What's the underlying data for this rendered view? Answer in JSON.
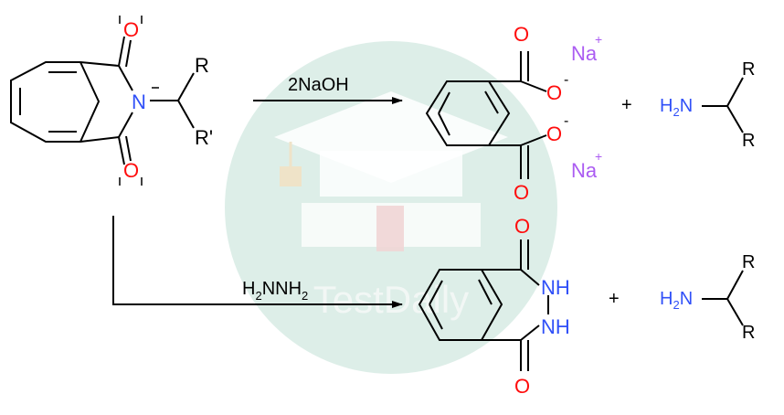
{
  "colors": {
    "bond": "#000000",
    "oxygen": "#ff0d0d",
    "nitrogen": "#3050f8",
    "sodium": "#ab5cf2",
    "watermark": "#d8ebe4"
  },
  "watermark": {
    "text": "TestDaily"
  },
  "reactant": {
    "o_top": "O",
    "o_bottom": "O",
    "n": "N",
    "r": "R",
    "r_prime": "R'"
  },
  "reagents": {
    "naoh": "2NaOH",
    "hydrazine_h": "H",
    "hydrazine_sub1": "2",
    "hydrazine_nnh": "NNH",
    "hydrazine_sub2": "2"
  },
  "product_top": {
    "o1": "O",
    "o1_minus": "O",
    "charge1": "-",
    "na1": "Na",
    "na1_charge": "+",
    "o2": "O",
    "o2_minus": "O",
    "charge2": "-",
    "na2": "Na",
    "na2_charge": "+",
    "plus": "+",
    "amine_h": "H",
    "amine_sub": "2",
    "amine_n": "N",
    "amine_r1": "R",
    "amine_r2": "R"
  },
  "product_bottom": {
    "o1": "O",
    "o2": "O",
    "nh1": "NH",
    "nh2": "NH",
    "plus": "+",
    "amine_h": "H",
    "amine_sub": "2",
    "amine_n": "N",
    "amine_r1": "R",
    "amine_r2": "R"
  }
}
